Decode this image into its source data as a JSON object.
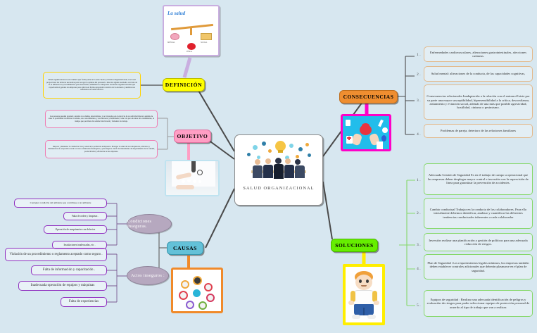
{
  "mindmap": {
    "central": {
      "title": "SALUD  ORGANIZACIONAL",
      "image_name": "meeting-lightbulb-illustration"
    },
    "branches": {
      "definicion": {
        "label": "DEFINICIÓN",
        "color": "#ffff00",
        "image_caption": "La salud",
        "image_labels": [
          "MENTAL",
          "SOCIAL",
          "FÍSICA"
        ],
        "items": [
          "Salud organizacional es un volumen que forma parte de la serie Teoría y Práctica Organizacional, en el cual proporciona las técnicas necesarias para recoger la opinión del personal o detectar alguna anomalía. A través de él se delinean los procedimientos para desarrollar, administrar e interpretar encuestas organizacionales que capacitarán al gerente de empresas para aplicar en forma apropiada la técnica de la encuesta y analizar sus resultados en forma efectiva"
        ]
      },
      "objetivo": {
        "label": "OBJETIVO",
        "color": "#ff9ec4",
        "image_name": "doctor-protecting-family-photo",
        "items": [
          "Las personas puedan producir, atender a los demás, desarrollarse, y ser valorados en el ejercicio de su actividad laboral, además de tener la posibilidad de utilizar su talento, sus conocimientos, y sus destrezas y habilidades, como vía para alcanzar alto rendimiento, al tiempo que perciben alta satisfacción laboral y fomentar un trabajo.",
          "Mejorar y mantener la calidad de vida y salud de la población trabajadora. Proteger la salud de los trabajadores, ubicarlos y mantenerlos en ocupación acorde con sus condiciones fisiológicas y psicológicas. Servir de instrumento de mejoramiento de la calidad, productividad y eficiencia de las empresas."
        ]
      },
      "causas": {
        "label": "CAUSAS",
        "color": "#63c1d8",
        "image_name": "colorful-pinwheel-icons-photo",
        "subtopics": [
          {
            "label": "Condiciones inseguras.",
            "items": [
              "Cualquier condición del ambiente que contribuye a un ambiente",
              "Falta de orden y limpieza .",
              "Operación de maquinarias con defectos",
              "Instalaciones inadecuadas, etc ."
            ]
          },
          {
            "label": "Actos inseguros :",
            "items": [
              "Violación de un procedimiento o reglamento aceptado como seguro .",
              "Falta de información y capacitación .",
              "Inadecuada operación de equipos y máquinas",
              "Falta de experiencias"
            ]
          }
        ]
      },
      "consecuencias": {
        "label": "CONSECUENCIAS",
        "color": "#ef8e30",
        "image_name": "hands-holding-heart-photo",
        "items": [
          {
            "n": "1 .",
            "text": "Enfermedades cardiovasculares, alteraciones gastrointestinales, afecciones cutáneas."
          },
          {
            "n": "2 .",
            "text": "Salud mental: alteraciones de la conducta, de las capacidades cognitivas,"
          },
          {
            "n": "3 .",
            "text": "Consecuencias relacionales Inadaptación a la relación con el entorno:Existe por su parte una mayor susceptibilidad, hipersensibilidad a la crítica, desconfianza, aislamiento y evitación social, además de una más que posible agresividad, hostilidad, cinismo o pesimismo."
          },
          {
            "n": "4 .",
            "text": "Problemas de pareja, deterioro de las relaciones familiares"
          }
        ]
      },
      "soluciones": {
        "label": "SOLUCIONES",
        "color": "#66ee00",
        "image_name": "cartoon-boy-photo",
        "items": [
          {
            "n": "1 .",
            "text": "Adecuada Gestión de Seguridad Es en el trabajo de campo u operacional que las empresas deben desplegar mayor control e inversión con la supervisión de línea para garantizar la prevención de accidentes."
          },
          {
            "n": "2 .",
            "text": "Cambio conductual Trabajar en la conducta de los colaboradores. Para ello inicialmente debemos identificar, analizar y cuantificar las diferentes tendencias conductuales inherentes a cada colaborador"
          },
          {
            "n": "3 .",
            "text": "Inversión realizar una planificación y gestión de políticas para una adecuada reducción de riesgos."
          },
          {
            "n": "4 .",
            "text": "Plan de Seguridad :Los requerimientos legales mínimos, las empresas también deben establecer controles adicionales que deberán plasmarse en el plan de seguridad."
          },
          {
            "n": "5 .",
            "text": "Equipos de seguridad : Realizar una adecuada identificación de peligros y evaluación de riesgos para poder seleccionar equipos de protección personal de acuerdo al tipo de trabajo que van a realizar."
          }
        ]
      }
    }
  }
}
